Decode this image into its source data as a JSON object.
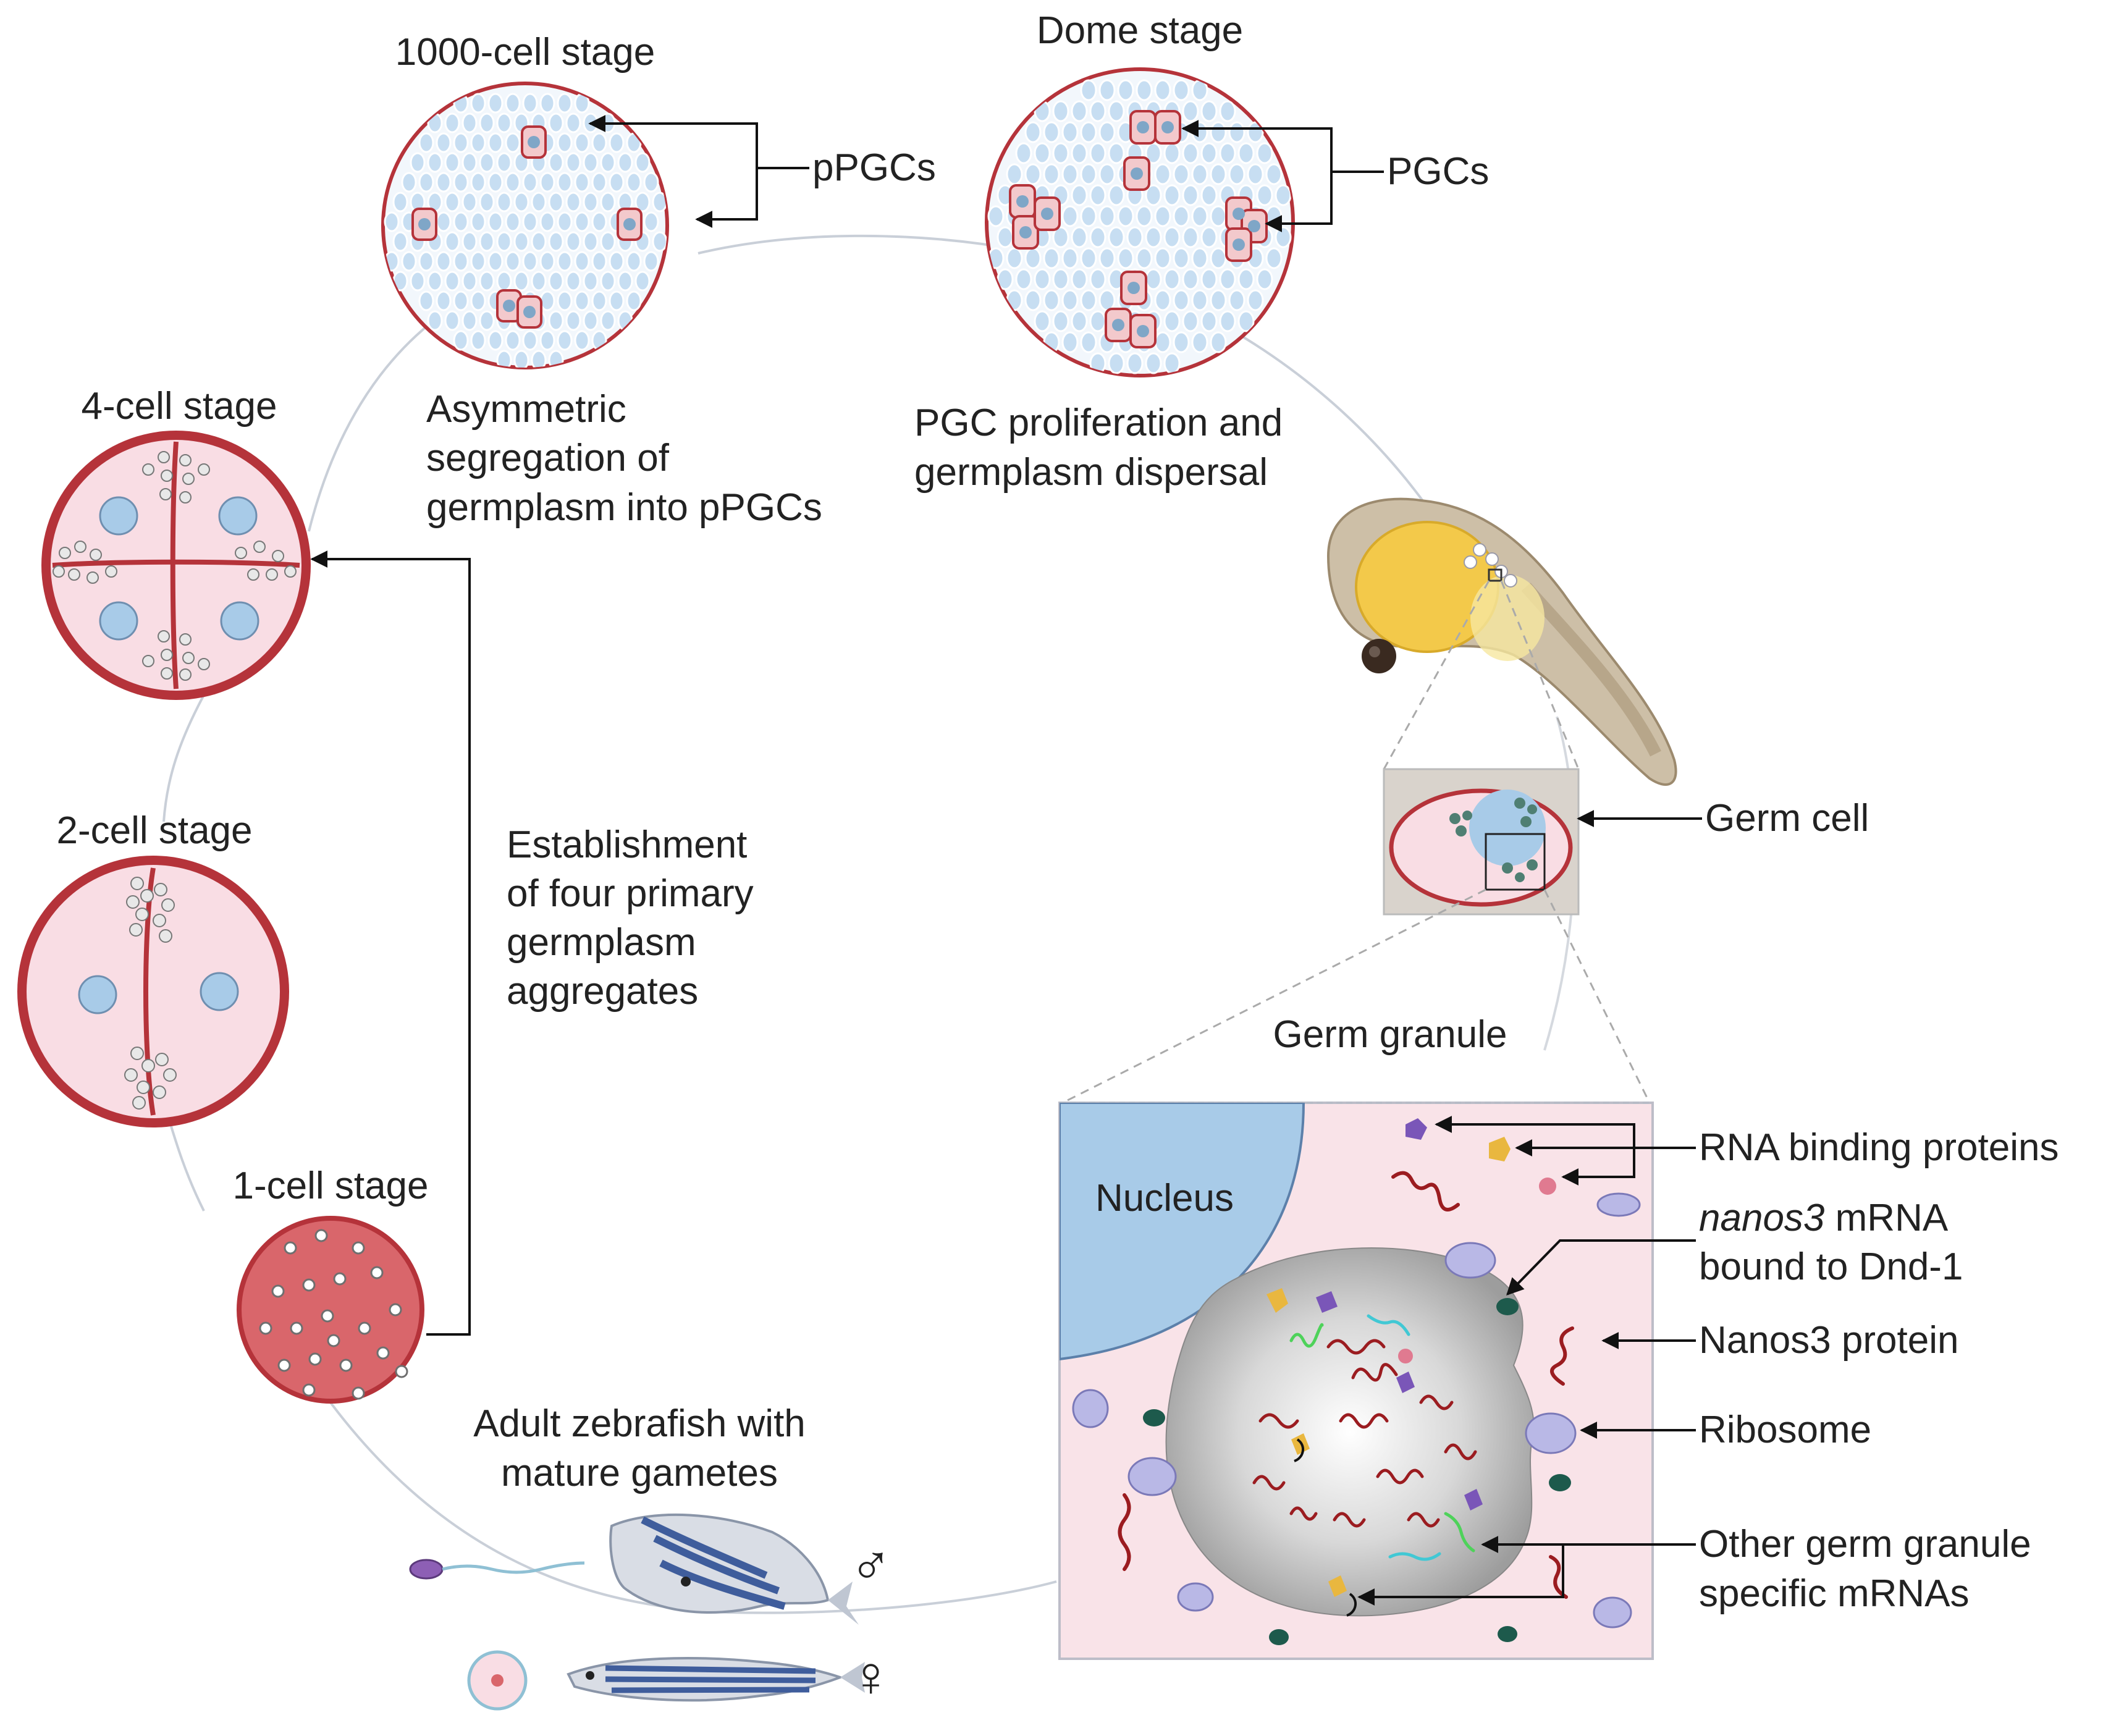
{
  "stages": {
    "one_cell": "1-cell stage",
    "two_cell": "2-cell stage",
    "four_cell": "4-cell stage",
    "thousand_cell": "1000-cell stage",
    "dome": "Dome stage"
  },
  "captions": {
    "establishment": [
      "Establishment",
      "of four primary",
      "germplasm",
      "aggregates"
    ],
    "asymmetric": [
      "Asymmetric",
      "segregation of",
      "germplasm into pPGCs"
    ],
    "proliferation": [
      "PGC proliferation and",
      "germplasm dispersal"
    ],
    "adult": [
      "Adult zebrafish with",
      "mature gametes"
    ]
  },
  "callouts": {
    "ppgcs": "pPGCs",
    "pgcs": "PGCs",
    "germ_cell": "Germ cell",
    "germ_granule": "Germ granule",
    "nucleus": "Nucleus",
    "rna_binding": "RNA binding proteins",
    "nanos3_italic": "nanos3",
    "nanos3_rest": " mRNA",
    "nanos3_line2": "bound to Dnd-1",
    "nanos3_protein": "Nanos3 protein",
    "ribosome": "Ribosome",
    "other_mrnas": [
      "Other germ granule",
      "specific mRNAs"
    ]
  },
  "symbols": {
    "male": "♂",
    "female": "♀"
  },
  "colors": {
    "cell_membrane": "#b5333a",
    "cytoplasm": "#f9dde4",
    "nucleus_blue": "#a8cbe8",
    "yolk": "#f3c94a",
    "ribosome": "#b9b8e6",
    "rbp_purple": "#7a56b8",
    "rbp_yellow": "#e9b73f",
    "dnd1_green": "#1d5a4c",
    "mrna_red": "#9b1c20",
    "mrna_green": "#4ed25a",
    "mrna_cyan": "#41c8d4"
  }
}
